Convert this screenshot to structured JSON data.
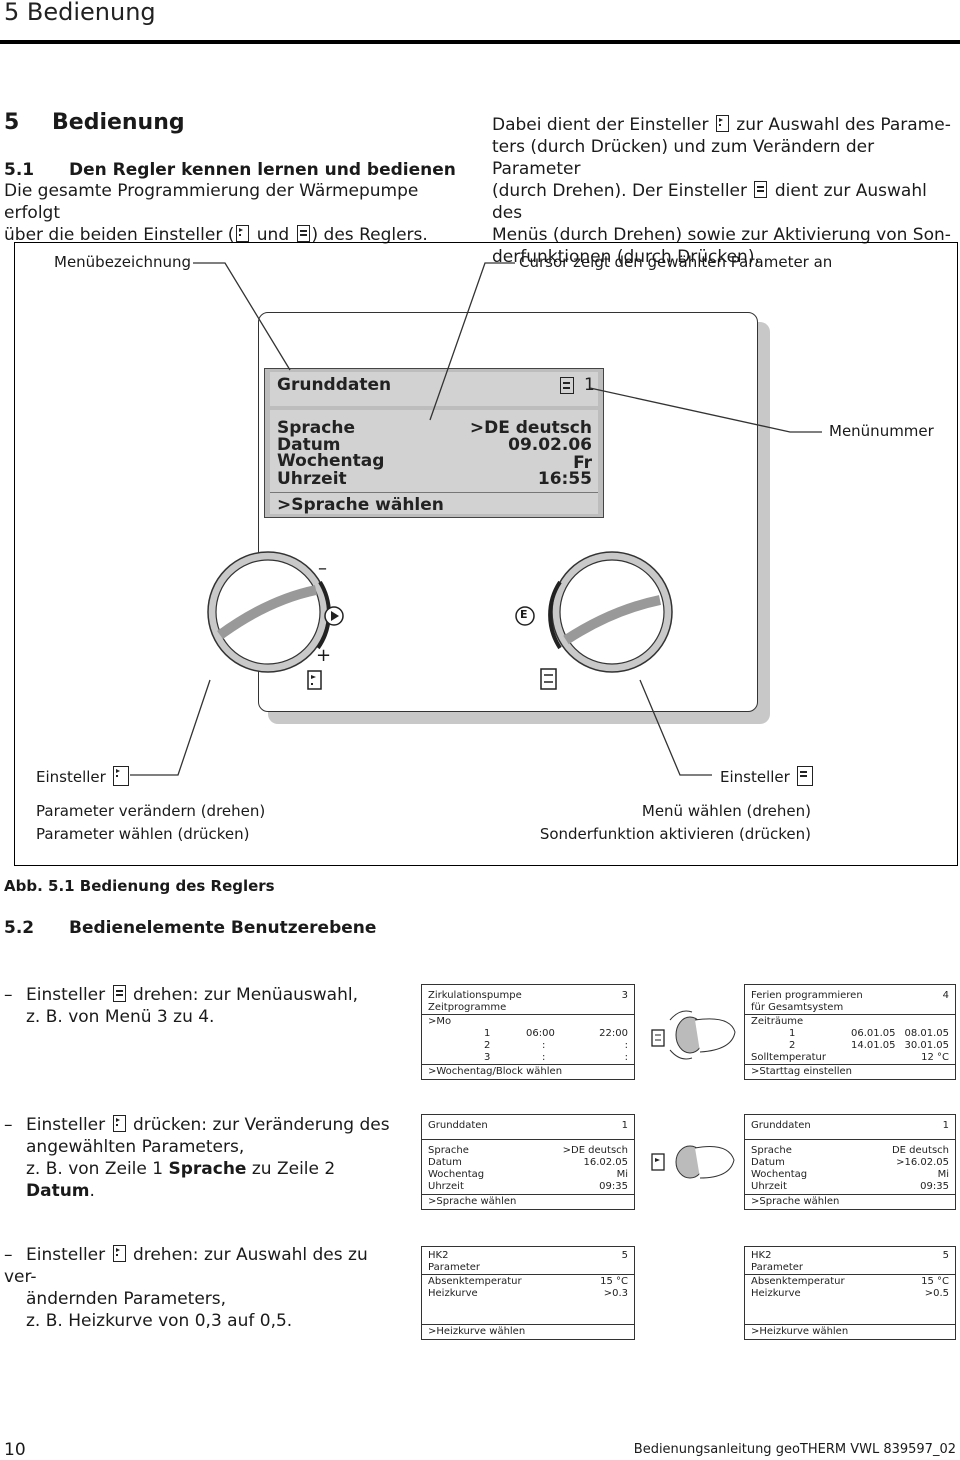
{
  "header": {
    "running_title": "5 Bedienung"
  },
  "section": {
    "number": "5",
    "title": "Bedienung"
  },
  "subsection": {
    "number": "5.1",
    "title": "Den Regler kennen lernen und bedienen"
  },
  "intro_left": {
    "line1": "Die gesamte Programmierung der Wärmepumpe erfolgt",
    "line2a": "über die beiden Einsteller (",
    "line2b": "und",
    "line2c": ") des Reglers."
  },
  "intro_right": {
    "l1a": "Dabei dient der Einsteller",
    "l1b": "zur Auswahl des Parame-",
    "l2": "ters (durch Drücken) und zum Verändern der Parameter",
    "l3a": "(durch Drehen). Der Einsteller",
    "l3b": "dient zur Auswahl des",
    "l4": "Menüs (durch Drehen) sowie zur Aktivierung von Son-",
    "l5": "derfunktionen (durch Drücken)."
  },
  "figure": {
    "callout_menu_name": "Menübezeichnung",
    "callout_cursor": "Cursor zeigt den gewählten Parameter an",
    "callout_menu_number": "Menünummer",
    "lcd": {
      "title": "Grunddaten",
      "menu_no": "1",
      "rows": [
        {
          "label": "Sprache",
          "value": ">DE deutsch"
        },
        {
          "label": "Datum",
          "value": "09.02.06"
        },
        {
          "label": "Wochentag",
          "value": "Fr"
        },
        {
          "label": "Uhrzeit",
          "value": "16:55"
        }
      ],
      "footer": ">Sprache wählen"
    },
    "knob_minus": "–",
    "knob_plus": "+",
    "knob_e": "E",
    "left_label": "Einsteller",
    "right_label": "Einsteller",
    "left_desc1": "Parameter verändern (drehen)",
    "left_desc2": "Parameter wählen (drücken)",
    "right_desc1": "Menü wählen (drehen)",
    "right_desc2": "Sonderfunktion aktivieren (drücken)"
  },
  "caption": "Abb. 5.1 Bedienung des Reglers",
  "section2": {
    "number": "5.2",
    "title": "Bedienelemente Benutzerebene"
  },
  "bullets": [
    {
      "a": "Einsteller",
      "b": "drehen: zur Menüauswahl,",
      "c": "z. B. von Menü 3 zu 4."
    },
    {
      "a": "Einsteller",
      "b": "drücken: zur Veränderung des",
      "c": "angewählten Parameters,",
      "d1": "z. B. von Zeile 1 ",
      "d2": "Sprache",
      "d3": " zu Zeile 2 ",
      "d4": "Datum",
      "d5": "."
    },
    {
      "a": "Einsteller",
      "b": "drehen: zur Auswahl des zu ver-",
      "c": "ändernden Parameters,",
      "d": "z. B. Heizkurve von 0,3 auf 0,5."
    }
  ],
  "screens": {
    "s1a": {
      "t1": "Zirkulationspumpe",
      "t2": "Zeitprogramme",
      "no": "3",
      "r1": ">Mo",
      "rows": [
        [
          "1",
          "06:00",
          "22:00"
        ],
        [
          "2",
          ":",
          ":"
        ],
        [
          "3",
          ":",
          ":"
        ]
      ],
      "foot": ">Wochentag/Block wählen"
    },
    "s1b": {
      "t1": "Ferien programmieren",
      "t2": "für Gesamtsystem",
      "no": "4",
      "r1": "Zeiträume",
      "rows": [
        [
          "1",
          "06.01.05",
          "08.01.05"
        ],
        [
          "2",
          "14.01.05",
          "30.01.05"
        ]
      ],
      "temp_l": "Solltemperatur",
      "temp_v": "12 °C",
      "foot": ">Starttag einstellen"
    },
    "s2a": {
      "t1": "Grunddaten",
      "no": "1",
      "rows": [
        [
          "Sprache",
          ">DE deutsch"
        ],
        [
          "Datum",
          "16.02.05"
        ],
        [
          "Wochentag",
          "Mi"
        ],
        [
          "Uhrzeit",
          "09:35"
        ]
      ],
      "foot": ">Sprache wählen"
    },
    "s2b": {
      "t1": "Grunddaten",
      "no": "1",
      "rows": [
        [
          "Sprache",
          "DE deutsch"
        ],
        [
          "Datum",
          ">16.02.05"
        ],
        [
          "Wochentag",
          "Mi"
        ],
        [
          "Uhrzeit",
          "09:35"
        ]
      ],
      "foot": ">Sprache wählen"
    },
    "s3a": {
      "t1": "HK2",
      "t2": "Parameter",
      "no": "5",
      "rows": [
        [
          "Absenktemperatur",
          "15 °C"
        ],
        [
          "Heizkurve",
          ">0.3"
        ]
      ],
      "foot": ">Heizkurve wählen"
    },
    "s3b": {
      "t1": "HK2",
      "t2": "Parameter",
      "no": "5",
      "rows": [
        [
          "Absenktemperatur",
          "15 °C"
        ],
        [
          "Heizkurve",
          ">0.5"
        ]
      ],
      "foot": ">Heizkurve wählen"
    }
  },
  "footer": {
    "page": "10",
    "doc": "Bedienungsanleitung geoTHERM VWL 839597_02"
  }
}
